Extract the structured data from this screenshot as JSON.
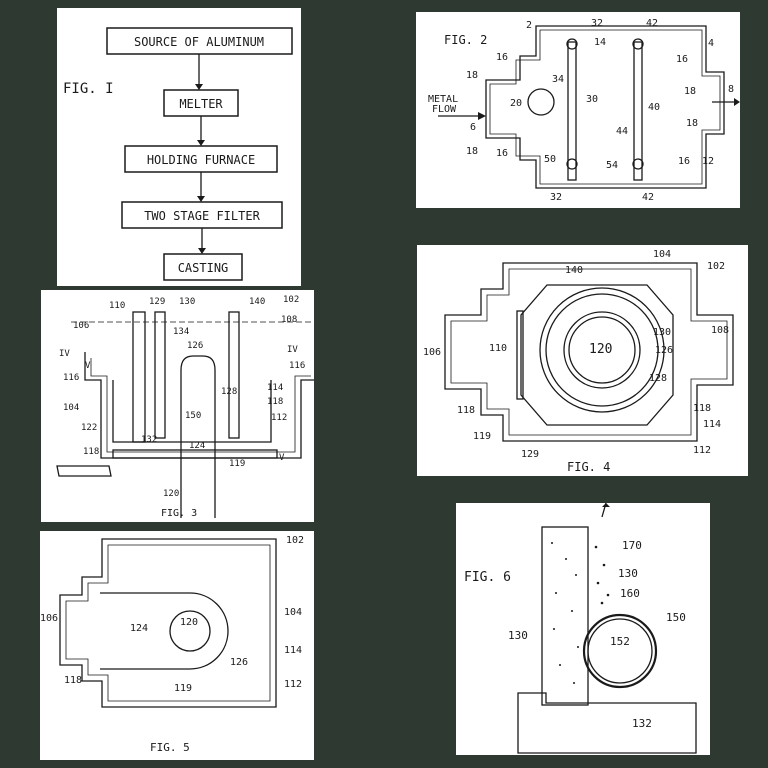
{
  "colors": {
    "background": "#2e3a31",
    "panel": "#ffffff",
    "ink": "#1a1a1a"
  },
  "fig1": {
    "title": "FIG. I",
    "steps": [
      "SOURCE OF ALUMINUM",
      "MELTER",
      "HOLDING FURNACE",
      "TWO STAGE FILTER",
      "CASTING"
    ]
  },
  "fig2": {
    "title": "FIG. 2",
    "inlet_label_1": "METAL",
    "inlet_label_2": "FLOW",
    "refs": [
      "2",
      "32",
      "42",
      "14",
      "4",
      "16",
      "16",
      "18",
      "18",
      "34",
      "30",
      "40",
      "20",
      "8",
      "6",
      "44",
      "18",
      "18",
      "16",
      "16",
      "50",
      "54",
      "12",
      "32",
      "42"
    ]
  },
  "fig3": {
    "title": "FIG. 3",
    "refs": [
      "110",
      "129",
      "130",
      "140",
      "102",
      "106",
      "108",
      "134",
      "126",
      "IV",
      "IV",
      "V",
      "116",
      "116",
      "128",
      "114",
      "104",
      "150",
      "118",
      "122",
      "112",
      "132",
      "124",
      "118",
      "119",
      "V",
      "120"
    ]
  },
  "fig4": {
    "title": "FIG. 4",
    "refs": [
      "104",
      "102",
      "140",
      "106",
      "110",
      "130",
      "108",
      "120",
      "126",
      "128",
      "118",
      "118",
      "114",
      "119",
      "129",
      "112"
    ]
  },
  "fig5": {
    "title": "FIG. 5",
    "refs": [
      "102",
      "106",
      "124",
      "120",
      "104",
      "114",
      "126",
      "118",
      "119",
      "112"
    ]
  },
  "fig6": {
    "title": "FIG. 6",
    "refs": [
      "170",
      "130",
      "160",
      "150",
      "130",
      "152",
      "132"
    ]
  }
}
